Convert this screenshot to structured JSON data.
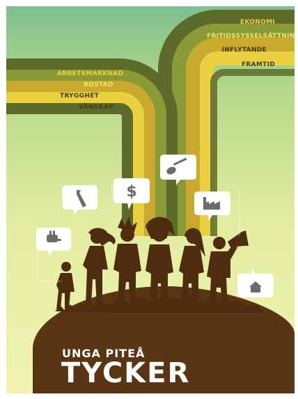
{
  "labels_right": {
    "ekonomi": "EKONOMI",
    "fritid": "FRITIDSSYSSELSÄTTNING",
    "inflytande": "INFLYTANDE",
    "framtid": "FRAMTID"
  },
  "labels_left": {
    "arbete": "ARBETSMARKNAD",
    "bostad": "BOSTAD",
    "trygghet": "TRYGGHET",
    "vanskap": "VÄNSKAP"
  },
  "title": {
    "line1": "UNGA PITEÅ",
    "line2": "TYCKER"
  },
  "icons": [
    "peace-hand-icon",
    "tie-icon",
    "dollar-icon",
    "guitar-icon",
    "factory-icon",
    "house-icon",
    "megaphone-icon"
  ],
  "colors": {
    "olive_dark": "#5c6b2a",
    "olive": "#8a9a36",
    "gold": "#c9aa2e",
    "yellow": "#e8d040",
    "brown": "#5a3514",
    "silhouette": "#4e2c10"
  }
}
